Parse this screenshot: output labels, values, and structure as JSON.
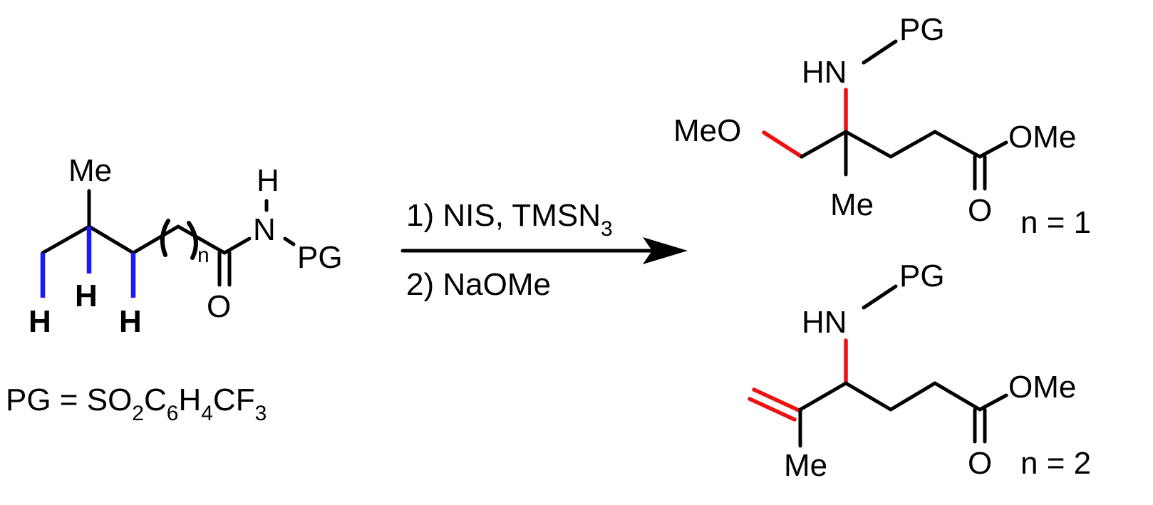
{
  "starting_material": {
    "me_label": "Me",
    "h_labels": [
      "H",
      "H",
      "H"
    ],
    "n_subscript": "n",
    "carbonyl_o": "O",
    "amide_n": "N",
    "amide_h": "H",
    "pg": "PG"
  },
  "pg_definition": {
    "prefix": "PG = SO",
    "sub1": "2",
    "c": "C",
    "sub2": "6",
    "h": "H",
    "sub3": "4",
    "cf": "CF",
    "sub4": "3"
  },
  "conditions": {
    "step1_main": "1) NIS, TMSN",
    "step1_sub": "3",
    "step2": "2) NaOMe"
  },
  "product_1": {
    "pg": "PG",
    "hn": "HN",
    "meo": "MeO",
    "me": "Me",
    "ome": "OMe",
    "o": "O",
    "n_label": "n = 1"
  },
  "product_2": {
    "pg": "PG",
    "hn": "HN",
    "me": "Me",
    "ome": "OMe",
    "o": "O",
    "n_label": "n = 2"
  },
  "colors": {
    "highlight_ch": "#1a1aff",
    "new_bond": "#ee1111"
  }
}
